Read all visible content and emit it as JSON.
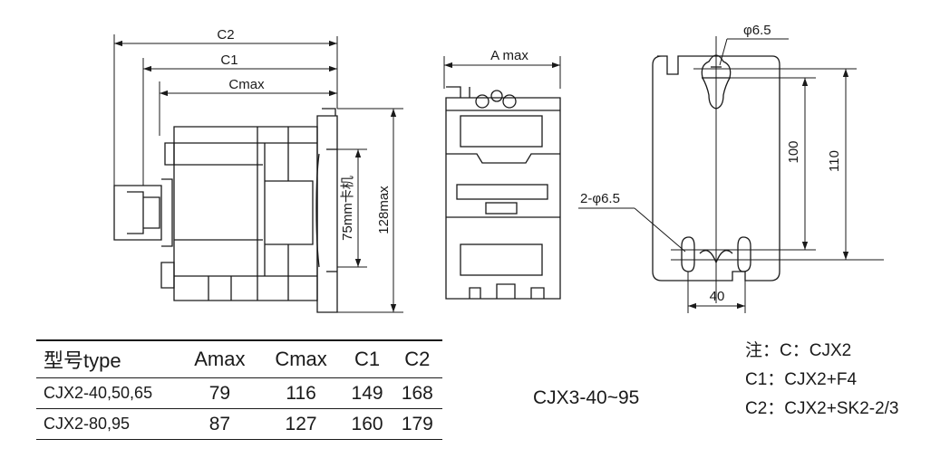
{
  "dimensions": {
    "c2": "C2",
    "c1": "C1",
    "cmax": "Cmax",
    "amax": "A max",
    "height_128": "128max",
    "rail_75": "75mm卡机",
    "hole_top": "φ6.5",
    "hole_bottom": "2-φ6.5",
    "span_100": "100",
    "span_110": "110",
    "width_40": "40"
  },
  "table": {
    "headers": [
      "型号type",
      "Amax",
      "Cmax",
      "C1",
      "C2"
    ],
    "rows": [
      [
        "CJX2-40,50,65",
        "79",
        "116",
        "149",
        "168"
      ],
      [
        "CJX2-80,95",
        "87",
        "127",
        "160",
        "179"
      ]
    ]
  },
  "model_caption": "CJX3-40~95",
  "notes": [
    "注：C：CJX2",
    "C1：CJX2+F4",
    "C2：CJX2+SK2-2/3"
  ]
}
